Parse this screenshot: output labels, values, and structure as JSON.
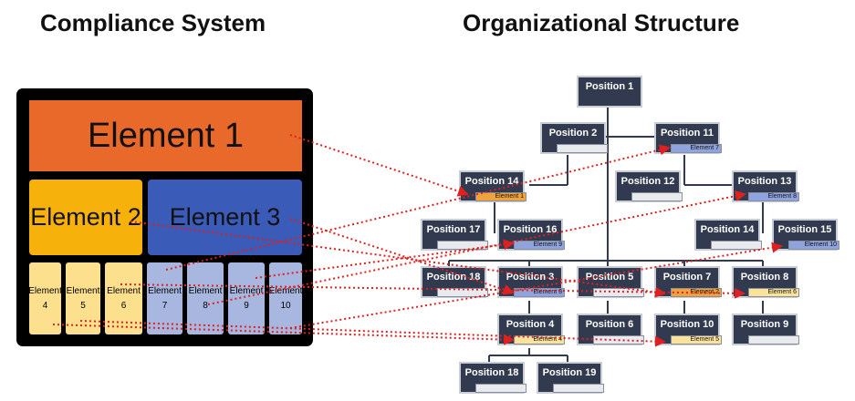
{
  "titles": {
    "left": "Compliance System",
    "right": "Organizational Structure"
  },
  "compliance": {
    "element1": "Element 1",
    "element2": "Element 2",
    "element3": "Element 3",
    "small": [
      {
        "line1": "Element",
        "line2": "4"
      },
      {
        "line1": "Element",
        "line2": "5"
      },
      {
        "line1": "Element",
        "line2": "6"
      },
      {
        "line1": "Element",
        "line2": "7"
      },
      {
        "line1": "Element",
        "line2": "8"
      },
      {
        "line1": "Element",
        "line2": "9"
      },
      {
        "line1": "Element",
        "line2": "10"
      }
    ]
  },
  "positions": {
    "p1": "Position 1",
    "p2": "Position 2",
    "p11": "Position 11",
    "p14a": "Position 14",
    "p12": "Position 12",
    "p13": "Position 13",
    "p17": "Position 17",
    "p16": "Position 16",
    "p14b": "Position 14",
    "p15": "Position 15",
    "p18a": "Position 18",
    "p3": "Position 3",
    "p5": "Position 5",
    "p7": "Position 7",
    "p8": "Position 8",
    "p4": "Position 4",
    "p6": "Position 6",
    "p10": "Position 10",
    "p9": "Position 9",
    "p18b": "Position 18",
    "p19": "Position 19"
  },
  "tags": {
    "p11": "Element 7",
    "p14a": "Element 1",
    "p13": "Element 8",
    "p16": "Element 9",
    "p15": "Element 10",
    "p3": "Element 3",
    "p7": "Element 2",
    "p8": "Element 6",
    "p4": "Element 4",
    "p10": "Element 5"
  },
  "colors": {
    "orange": "#e8692a",
    "gold": "#f6b10b",
    "blue": "#3a5bb8",
    "arrow": "#e02020",
    "node": "#323a4f"
  }
}
